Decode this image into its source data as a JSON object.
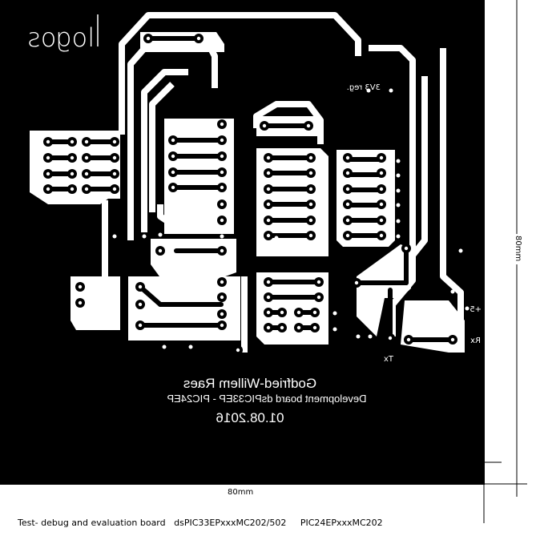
{
  "board": {
    "logo": "logos",
    "regulator_label": "3V3 reg.",
    "pin_plus5": "+5",
    "pin_rx": "Rx",
    "pin_tx": "Tx",
    "author": "Godfried-Willem Raes",
    "description": "Development board dsPIC33EP - PIC24EP",
    "date": "01.08.2016"
  },
  "dimensions": {
    "width_label": "80mm",
    "height_label": "80mm"
  },
  "caption": "Test- debug and evaluation board   dsPIC33EPxxxMC202/502     PIC24EPxxxMC202",
  "colors": {
    "board": "#000000",
    "copper": "#ffffff"
  }
}
